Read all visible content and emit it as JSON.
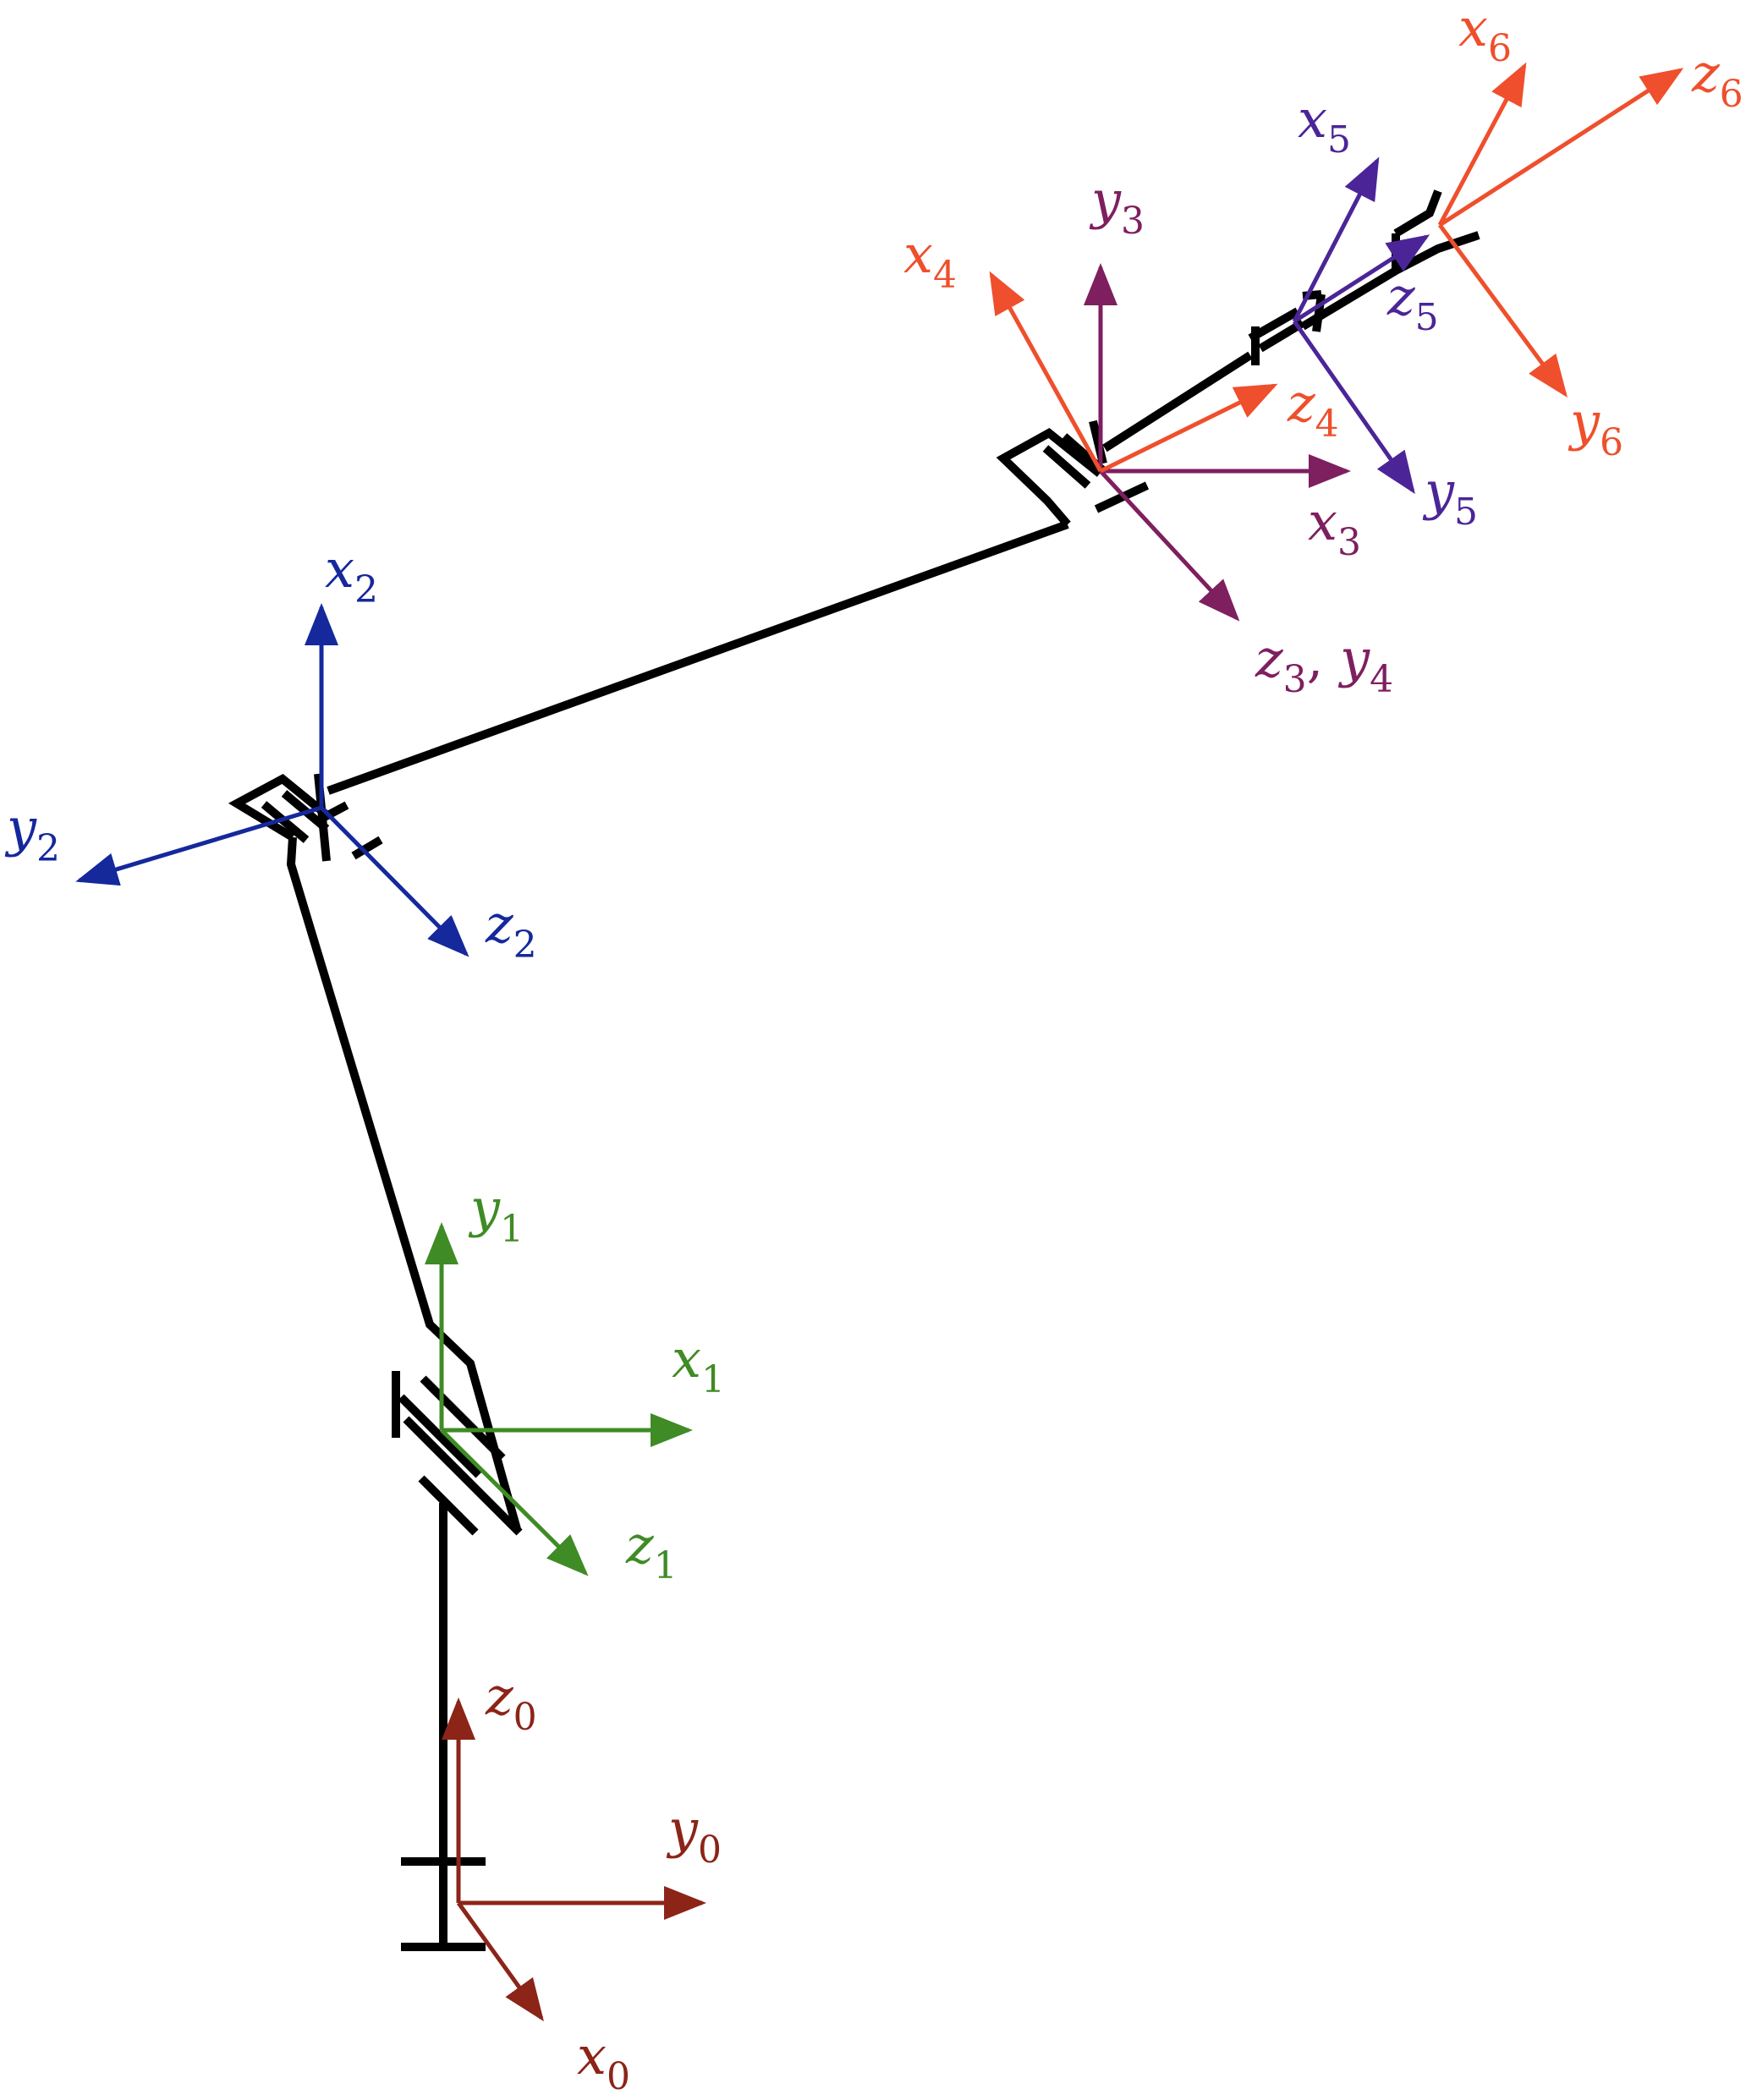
{
  "colors": {
    "link": "#000000",
    "frame0": "#8c2418",
    "frame1": "#3f8b25",
    "frame2": "#15289c",
    "frame3": "#7e1f5f",
    "frame4": "#ef4f2c",
    "frame5": "#4b2598",
    "frame6": "#ef4f2c"
  },
  "labels": {
    "z0": {
      "sym": "z",
      "sub": "0"
    },
    "y0": {
      "sym": "y",
      "sub": "0"
    },
    "x0": {
      "sym": "x",
      "sub": "0"
    },
    "y1": {
      "sym": "y",
      "sub": "1"
    },
    "x1": {
      "sym": "x",
      "sub": "1"
    },
    "z1": {
      "sym": "z",
      "sub": "1"
    },
    "x2": {
      "sym": "x",
      "sub": "2"
    },
    "y2": {
      "sym": "y",
      "sub": "2"
    },
    "z2": {
      "sym": "z",
      "sub": "2"
    },
    "y3": {
      "sym": "y",
      "sub": "3"
    },
    "x3": {
      "sym": "x",
      "sub": "3"
    },
    "z3y4": {
      "sym": "z",
      "sub": "3",
      "sep": ", ",
      "sym2": "y",
      "sub2": "4"
    },
    "x4": {
      "sym": "x",
      "sub": "4"
    },
    "z4": {
      "sym": "z",
      "sub": "4"
    },
    "x5": {
      "sym": "x",
      "sub": "5"
    },
    "y5": {
      "sym": "y",
      "sub": "5"
    },
    "z5": {
      "sym": "z",
      "sub": "5"
    },
    "x6": {
      "sym": "x",
      "sub": "6"
    },
    "y6": {
      "sym": "y",
      "sub": "6"
    },
    "z6": {
      "sym": "z",
      "sub": "6"
    }
  }
}
